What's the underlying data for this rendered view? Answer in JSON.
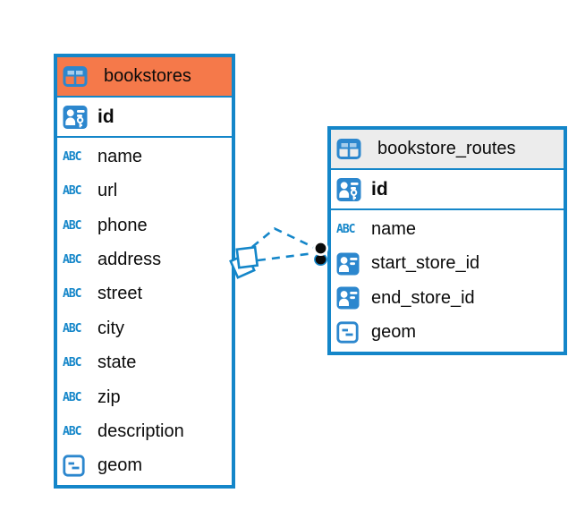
{
  "diagram": {
    "accent_blue": "#1486C9",
    "background": "#ffffff",
    "tables": [
      {
        "name": "bookstores",
        "header_color": "#F5794A",
        "header_icon": "table-grid-icon",
        "columns": [
          {
            "name": "id",
            "type": "primary-key",
            "icon": "primary-key-icon"
          },
          {
            "name": "name",
            "type": "text",
            "icon": "text-type-icon"
          },
          {
            "name": "url",
            "type": "text",
            "icon": "text-type-icon"
          },
          {
            "name": "phone",
            "type": "text",
            "icon": "text-type-icon"
          },
          {
            "name": "address",
            "type": "text",
            "icon": "text-type-icon"
          },
          {
            "name": "street",
            "type": "text",
            "icon": "text-type-icon"
          },
          {
            "name": "city",
            "type": "text",
            "icon": "text-type-icon"
          },
          {
            "name": "state",
            "type": "text",
            "icon": "text-type-icon"
          },
          {
            "name": "zip",
            "type": "text",
            "icon": "text-type-icon"
          },
          {
            "name": "description",
            "type": "text",
            "icon": "text-type-icon"
          },
          {
            "name": "geom",
            "type": "geometry",
            "icon": "geometry-type-icon"
          }
        ]
      },
      {
        "name": "bookstore_routes",
        "header_color": "#ECECEC",
        "header_icon": "table-grid-icon",
        "columns": [
          {
            "name": "id",
            "type": "primary-key",
            "icon": "primary-key-icon"
          },
          {
            "name": "name",
            "type": "text",
            "icon": "text-type-icon"
          },
          {
            "name": "start_store_id",
            "type": "foreign-key",
            "icon": "foreign-key-icon"
          },
          {
            "name": "end_store_id",
            "type": "foreign-key",
            "icon": "foreign-key-icon"
          },
          {
            "name": "geom",
            "type": "geometry",
            "icon": "geometry-type-icon"
          }
        ]
      }
    ],
    "icons": {
      "text_type_glyph": "ABC",
      "table_grid": "table-grid-icon",
      "primary_key": "person-badge-key-icon",
      "foreign_key": "person-badge-icon",
      "geometry": "rounded-square-dash-icon"
    },
    "connections": {
      "style": "dashed",
      "color": "#1486C9",
      "count": 2,
      "from_table": "bookstores",
      "to_table": "bookstore_routes",
      "source_marker": "overlapping-squares-marker",
      "target_marker": "black-dot-markers"
    }
  }
}
